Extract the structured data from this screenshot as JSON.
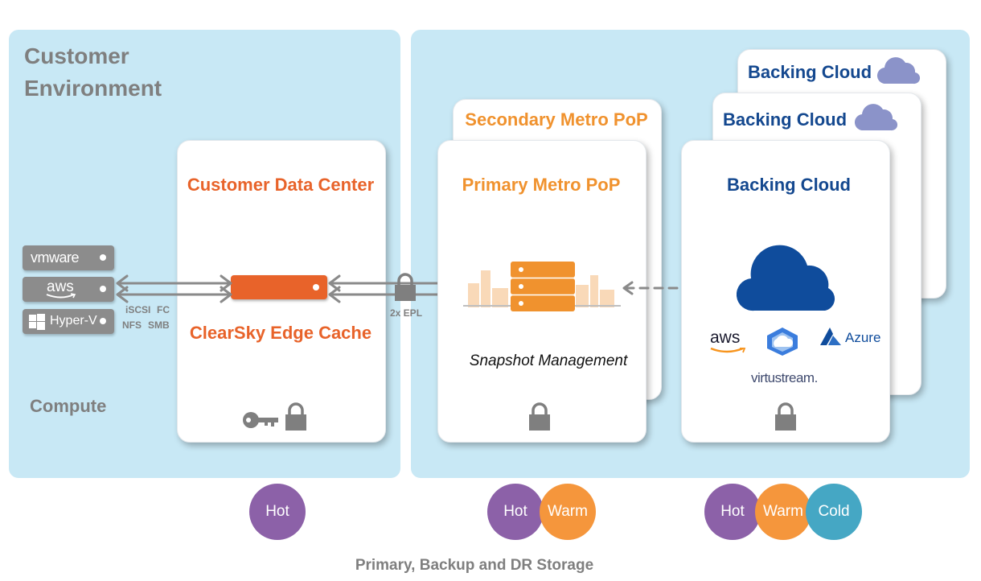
{
  "customer_env": {
    "title_line1": "Customer",
    "title_line2": "Environment",
    "compute_label": "Compute",
    "hypervisors": [
      "vmware",
      "aws",
      "Hyper-V"
    ],
    "protocols": {
      "line1_a": "iSCSI",
      "line1_b": "FC",
      "line2_a": "NFS",
      "line2_b": "SMB"
    }
  },
  "data_center": {
    "title": "Customer Data Center",
    "device_label": "ClearSky Edge Cache",
    "icons": [
      "key-icon",
      "lock-icon"
    ]
  },
  "link": {
    "label": "2x EPL"
  },
  "metro": {
    "secondary_title": "Secondary Metro PoP",
    "primary_title": "Primary Metro PoP",
    "feature": "Snapshot Management"
  },
  "cloud": {
    "stack_title_1": "Backing Cloud",
    "stack_title_2": "Backing Cloud",
    "front_title": "Backing Cloud",
    "providers": [
      "aws",
      "Google Cloud",
      "Azure",
      "virtustream."
    ]
  },
  "tiers": {
    "data_center": [
      "Hot"
    ],
    "metro": [
      "Hot",
      "Warm"
    ],
    "cloud": [
      "Hot",
      "Warm",
      "Cold"
    ]
  },
  "caption": "Primary, Backup and DR Storage",
  "colors": {
    "panel_bg": "#c8e8f5",
    "orange": "#e8632a",
    "amber": "#f0922e",
    "navy": "#14488f",
    "hot": "#8c61a8",
    "warm": "#f5963c",
    "cold": "#45a7c4"
  }
}
